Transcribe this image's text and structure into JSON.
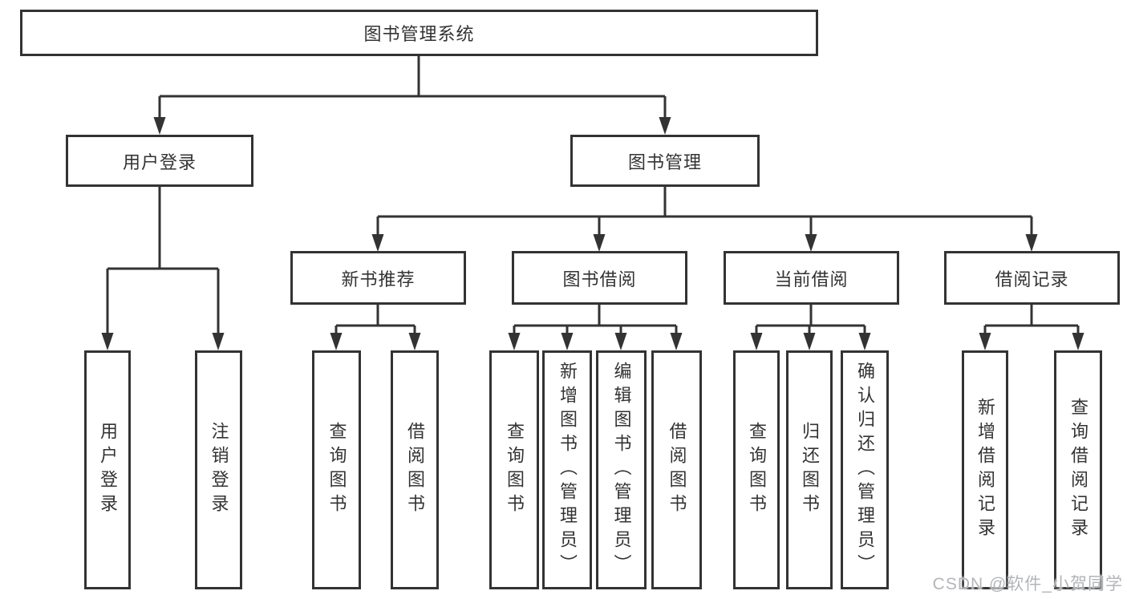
{
  "diagram_type": "hierarchy-tree",
  "tree": {
    "root": {
      "label": "图书管理系统"
    },
    "children": [
      {
        "label": "用户登录",
        "children": [
          {
            "label": "用户登录"
          },
          {
            "label": "注销登录"
          }
        ]
      },
      {
        "label": "图书管理",
        "children": [
          {
            "label": "新书推荐",
            "children": [
              {
                "label": "查询图书"
              },
              {
                "label": "借阅图书"
              }
            ]
          },
          {
            "label": "图书借阅",
            "children": [
              {
                "label": "查询图书"
              },
              {
                "label": "新增图书（管理员）"
              },
              {
                "label": "编辑图书（管理员）"
              },
              {
                "label": "借阅图书"
              }
            ]
          },
          {
            "label": "当前借阅",
            "children": [
              {
                "label": "查询图书"
              },
              {
                "label": "归还图书"
              },
              {
                "label": "确认归还（管理员）"
              }
            ]
          },
          {
            "label": "借阅记录",
            "children": [
              {
                "label": "新增借阅记录"
              },
              {
                "label": "查询借阅记录"
              }
            ]
          }
        ]
      }
    ]
  },
  "watermark": {
    "text": "CSDN @软件_小贺同学"
  },
  "colors": {
    "line": "#333333",
    "box_border": "#333333",
    "text": "#333333",
    "background": "#ffffff",
    "watermark": "#b3b5b9"
  }
}
